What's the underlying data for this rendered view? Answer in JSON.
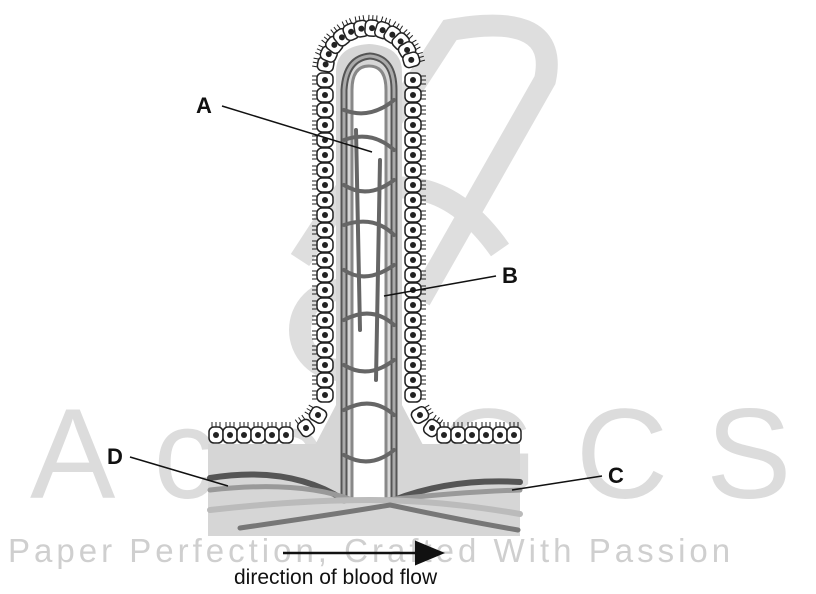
{
  "watermark": {
    "brand": "AceIGCSE",
    "tagline": "Paper Perfection, Crafted With Passion"
  },
  "labels": {
    "a": "A",
    "b": "B",
    "c": "C",
    "d": "D"
  },
  "caption": "direction of blood flow",
  "colors": {
    "tissue": "#d6d6d6",
    "vessel_dark": "#555555",
    "vessel_light": "#bdbdbd",
    "outline": "#222222"
  }
}
